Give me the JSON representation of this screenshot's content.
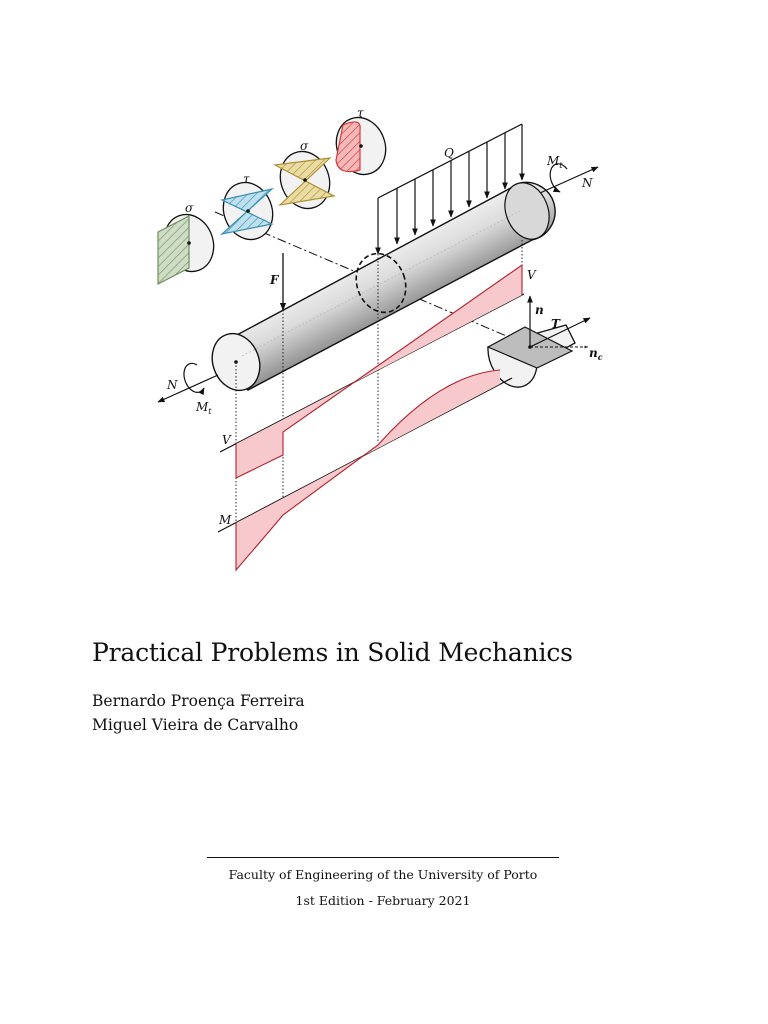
{
  "figure": {
    "labels": {
      "force_F": "F",
      "load_Q": "Q",
      "torque_right": "M",
      "torque_right_sub": "t",
      "torque_left": "M",
      "torque_left_sub": "t",
      "axial_right": "N",
      "axial_left": "N",
      "sigma_1": "σ",
      "tau_1": "τ",
      "sigma_2": "σ",
      "tau_2": "τ",
      "shear_diagram": "V",
      "moment_diagram": "M",
      "shear_diagram_right": "V",
      "normal_vector": "n",
      "traction_vector": "T",
      "normal_vector_c": "n",
      "normal_vector_c_sub": "c"
    },
    "colors": {
      "green": "#6f8f5f",
      "blue": "#3b8fb5",
      "gold": "#b09030",
      "red": "#d63a3a",
      "diagram_fill": "#f7c9cc",
      "diagram_line": "#b0202a"
    }
  },
  "title": "Practical Problems in Solid Mechanics",
  "authors": [
    "Bernardo Proença Ferreira",
    "Miguel Vieira de Carvalho"
  ],
  "footer": {
    "institution": "Faculty of Engineering of the University of Porto",
    "edition": "1st Edition - February 2021"
  }
}
